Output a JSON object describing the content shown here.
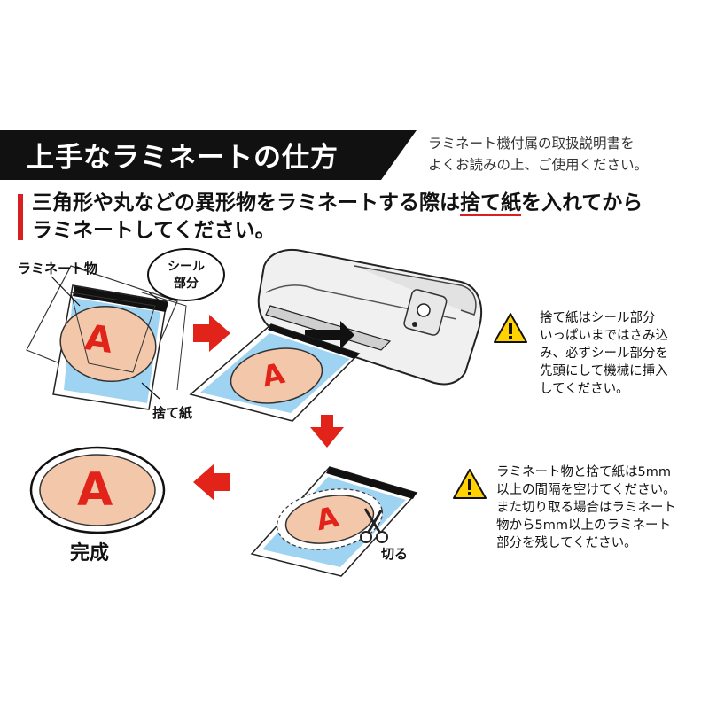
{
  "header": {
    "title": "上手なラミネートの仕方",
    "note_line1": "ラミネート機付属の取扱説明書を",
    "note_line2": "よくお読みの上、ご使用ください。"
  },
  "instruction": {
    "line1_before": "三角形や丸などの異形物をラミネートする際は",
    "line1_highlight": "捨て紙",
    "line1_after": "を入れてから",
    "line2": "ラミネートしてください。"
  },
  "labels": {
    "laminate_item": "ラミネート物",
    "seal_part_1": "シール",
    "seal_part_2": "部分",
    "scrap_paper": "捨て紙",
    "cut": "切る",
    "complete": "完成",
    "letter": "A"
  },
  "warnings": [
    {
      "icon": "warning-triangle-icon",
      "lines": [
        "捨て紙はシール部分",
        "いっぱいまではさみ込",
        "み、必ずシール部分を",
        "先頭にして機械に挿入",
        "してください。"
      ]
    },
    {
      "icon": "warning-triangle-icon",
      "lines": [
        "ラミネート物と捨て紙は5mm",
        "以上の間隔を空けてください。",
        "また切り取る場合はラミネート",
        "物から5mm以上のラミネート",
        "部分を残してください。"
      ]
    }
  ],
  "colors": {
    "accent_red": "#d92020",
    "arrow_red": "#e2231a",
    "sheet_blue": "#9fd3f2",
    "item_peach": "#f3c7aa",
    "warning_yellow": "#ffd200"
  }
}
